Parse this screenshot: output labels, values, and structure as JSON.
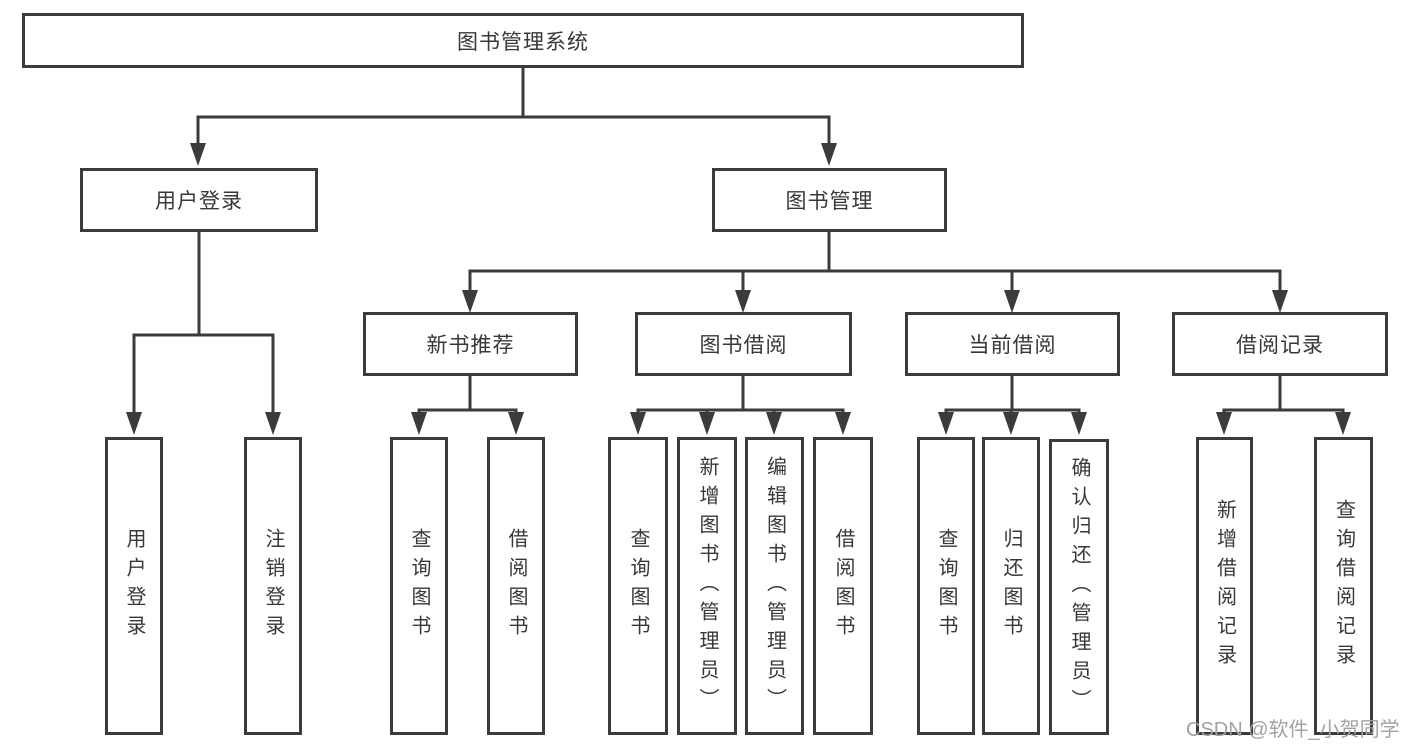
{
  "diagram": {
    "title": "图书管理系统",
    "root": {
      "label": "图书管理系统"
    },
    "branches": [
      {
        "label": "用户登录",
        "children": [
          {
            "label": "用户登录"
          },
          {
            "label": "注销登录"
          }
        ]
      },
      {
        "label": "图书管理",
        "sections": [
          {
            "label": "新书推荐",
            "children": [
              {
                "label": "查询图书"
              },
              {
                "label": "借阅图书"
              }
            ]
          },
          {
            "label": "图书借阅",
            "children": [
              {
                "label": "查询图书"
              },
              {
                "label": "新增图书（管理员）"
              },
              {
                "label": "编辑图书（管理员）"
              },
              {
                "label": "借阅图书"
              }
            ]
          },
          {
            "label": "当前借阅",
            "children": [
              {
                "label": "查询图书"
              },
              {
                "label": "归还图书"
              },
              {
                "label": "确认归还（管理员）"
              }
            ]
          },
          {
            "label": "借阅记录",
            "children": [
              {
                "label": "新增借阅记录"
              },
              {
                "label": "查询借阅记录"
              }
            ]
          }
        ]
      }
    ]
  },
  "watermark": {
    "text": "CSDN @软件_小贺同学"
  },
  "colors": {
    "line": "#3b3b3b",
    "text": "#383838",
    "background": "#ffffff",
    "watermark": "#a2a2a2"
  }
}
